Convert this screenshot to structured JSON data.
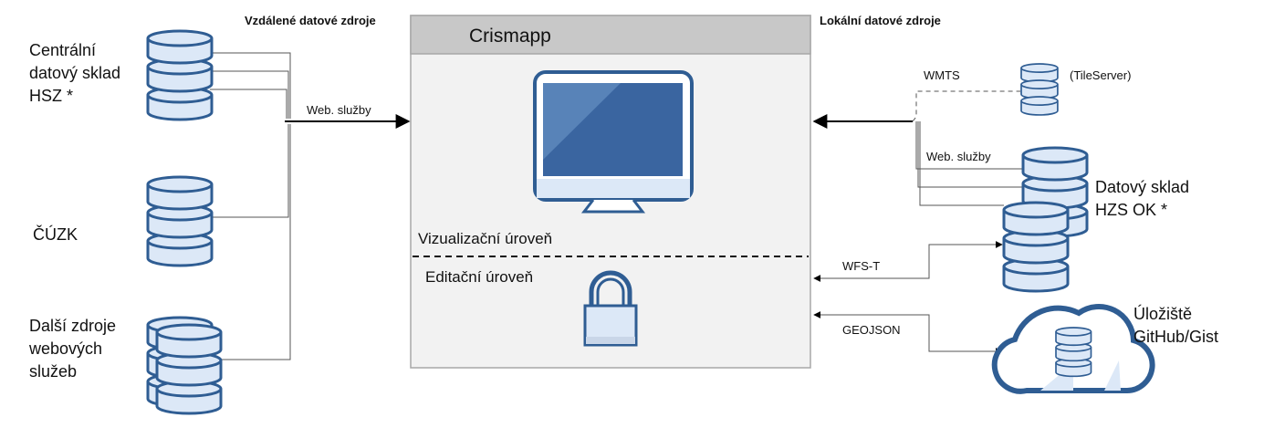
{
  "headers": {
    "remote": "Vzdálené datové zdroje",
    "local": "Lokální datové zdroje"
  },
  "app": {
    "title": "Crismapp",
    "visualization_level": "Vizualizační úroveň",
    "editing_level": "Editační úroveň"
  },
  "remote_sources": [
    {
      "label": "Centrální\ndatový sklad\nHSZ *"
    },
    {
      "label": "ČÚZK"
    },
    {
      "label": "Další zdroje\nwebových\nslužeb"
    }
  ],
  "remote_link_label": "Web. služby",
  "local_sources": {
    "tileserver_label": "(TileServer)",
    "wmts_label": "WMTS",
    "web_services_label": "Web. služby",
    "datovy_sklad_label": "Datový sklad\nHZS OK *",
    "wfst_label": "WFS-T",
    "geojson_label": "GEOJSON",
    "storage_label": "Úložiště\nGitHub/Gist"
  },
  "colors": {
    "cylinder_fill": "#dce8f7",
    "cylinder_stroke": "#2f5d93",
    "monitor_blue": "#3a65a0",
    "app_header": "#c8c8c8",
    "app_body": "#f2f2f2",
    "cloud_stroke": "#2f5d93"
  }
}
